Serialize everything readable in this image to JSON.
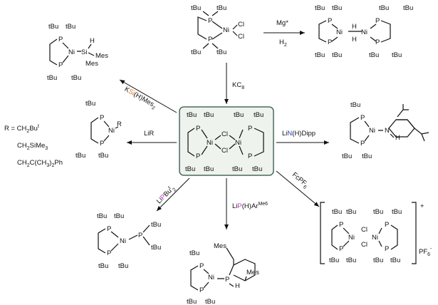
{
  "colors": {
    "si": "#e07820",
    "n": "#2a3fc0",
    "p": "#b93ec0",
    "box_stroke": "#4a6a5a",
    "box_fill": "#eef3ee"
  },
  "atoms": {
    "tBu": "tBu",
    "P": "P",
    "Ni": "Ni",
    "Cl": "Cl",
    "H": "H",
    "Si": "Si",
    "Mes": "Mes",
    "N": "N",
    "R": "R"
  },
  "reagents": {
    "mg": "Mg*",
    "h2": "H",
    "h2_sub": "2",
    "kc8": "KC",
    "kc8_sub": "8",
    "ksi_k": "K",
    "ksi_si": "Si",
    "ksi_rest": "(H)Mes",
    "ksi_sub": "2",
    "lir": "LiR",
    "lin_li": "Li",
    "lin_n": "N",
    "lin_rest": "(H)Dipp",
    "fcpf6": "FcPF",
    "fcpf6_sub": "6",
    "lipbu_li": "Li",
    "lipbu_p": "P",
    "lipbu_rest": "Bu",
    "lipbu_sup": "t",
    "lipbu_sub": "2",
    "liph_li": "Li",
    "liph_p": "P",
    "liph_rest": "(H)Ar",
    "liph_sup": "Me6"
  },
  "r_groups": {
    "line1": "R = CH",
    "line1_sub": "2",
    "line1_rest": "Bu",
    "line1_sup": "t",
    "line2": "CH",
    "line2_sub": "2",
    "line2_rest": "SiMe",
    "line2_sub2": "3",
    "line3": "CH",
    "line3_sub": "2",
    "line3_mid": "C(CH",
    "line3_sub2": "3",
    "line3_mid2": ")",
    "line3_sub3": "2",
    "line3_rest": "Ph"
  },
  "cation": {
    "charge": "+",
    "pf6": "PF",
    "pf6_sub": "6",
    "pf6_sup": "-"
  }
}
